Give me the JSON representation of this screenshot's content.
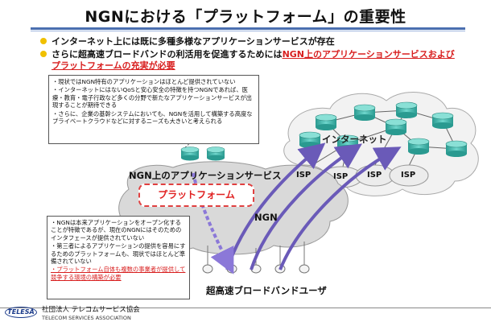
{
  "title": "NGNにおける「プラットフォーム」の重要性",
  "bullets": [
    {
      "text": "インターネット上には既に多種多様なアプリケーションサービスが存在"
    },
    {
      "prefix": "さらに超高速ブロードバンドの利活用を促進するためには",
      "highlight_line1": "NGN上のアプリケーションサービスおよび",
      "highlight_line2": "プラットフォームの充実が必要"
    }
  ],
  "note_top": [
    "・現状ではNGN特有のアプリケーションはほとんど提供されていない",
    "・インターネットにはないQoSと安心安全の特徴を持つNGNであれば、医療・教育・電子行政など多くの分野で新たなアプリケーションサービスが出現することが期待できる",
    "・さらに、企業の基幹システムにおいても、NGNを活用して構築する高度なプライベートクラウドなどに対するニーズも大きいと考えられる"
  ],
  "note_bottom": {
    "item1": "・NGNは本来アプリケーションをオープン化することが特徴であるが、現在のNGNにはそのためのインタフェースが提供されていない",
    "item2": "・第三者によるアプリケーションの提供を容易にするためのプラットフォームも、現状ではほとんど準備されていない",
    "item3": "・プラットフォーム自体も複数の事業者が提供して競争する環境の構築が必要"
  },
  "labels": {
    "ngn_apps": "NGN上のアプリケーションサービス",
    "platform": "プラットフォーム",
    "ngn": "NGN",
    "internet": "インターネット",
    "isp": "ISP",
    "users": "超高速ブロードバンドユーザ"
  },
  "footer": {
    "logo_mark": "TELESA",
    "org_jp": "社団法人 テレコムサービス協会",
    "org_en": "TELECOM SERVICES ASSOCIATION"
  },
  "colors": {
    "accent_red": "#d81e1e",
    "bullet_yellow": "#f0c000",
    "server_teal": "#3cb4a8",
    "arrow_purple": "#6a5ab8"
  }
}
